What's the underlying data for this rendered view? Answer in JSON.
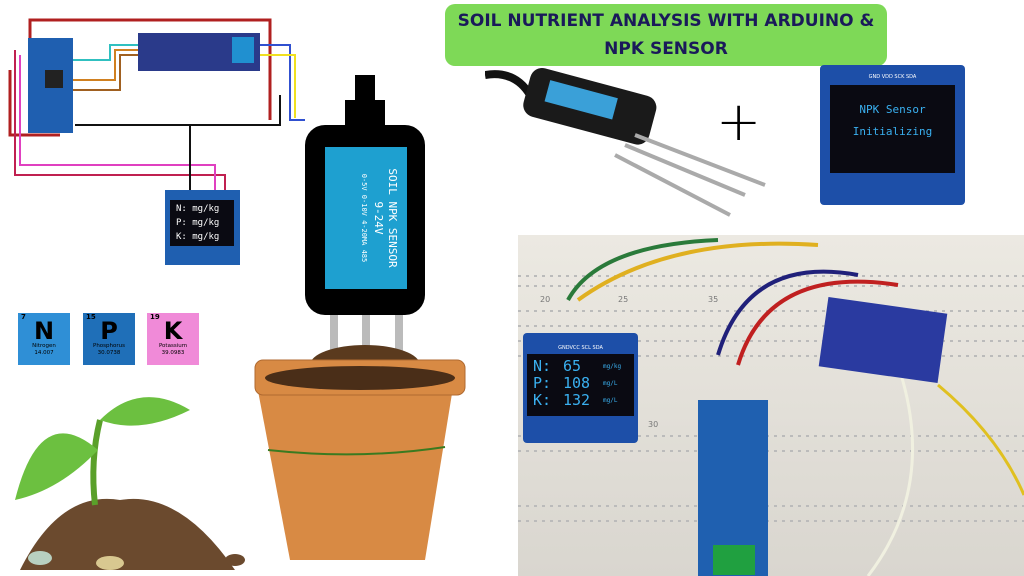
{
  "title": {
    "line1": "SOIL NUTRIENT ANALYSIS WITH ARDUINO &",
    "line2": "NPK SENSOR"
  },
  "circuit_oled": {
    "rows": [
      "N:  mg/kg",
      "P:  mg/kg",
      "K:  mg/kg"
    ]
  },
  "probe_label": {
    "line1": "SOIL NPK SENSOR",
    "line2": "9-24V",
    "line3": "0-5V 0-10V 4-20MA 485"
  },
  "elements": [
    {
      "number": "7",
      "symbol": "N",
      "name": "Nitrogen",
      "weight": "14.007",
      "color": "#2f8fd6"
    },
    {
      "number": "15",
      "symbol": "P",
      "name": "Phosphorus",
      "weight": "30.0738",
      "color": "#1f6fb8"
    },
    {
      "number": "19",
      "symbol": "K",
      "name": "Potassium",
      "weight": "39.0983",
      "color": "#f08ad8"
    }
  ],
  "plus_sign": "+",
  "oled_module": {
    "pins": "GND VDD SCK SDA",
    "line1": "NPK Sensor",
    "line2": "Initializing"
  },
  "photo_oled": {
    "header": "GNDVCC SCL SDA",
    "rows": [
      {
        "label": "N:",
        "value": "65",
        "unit": "mg/kg"
      },
      {
        "label": "P:",
        "value": "108",
        "unit": "mg/L"
      },
      {
        "label": "K:",
        "value": "132",
        "unit": "mg/L"
      }
    ]
  },
  "breadboard_numbers": [
    "20",
    "25",
    "30",
    "35"
  ]
}
